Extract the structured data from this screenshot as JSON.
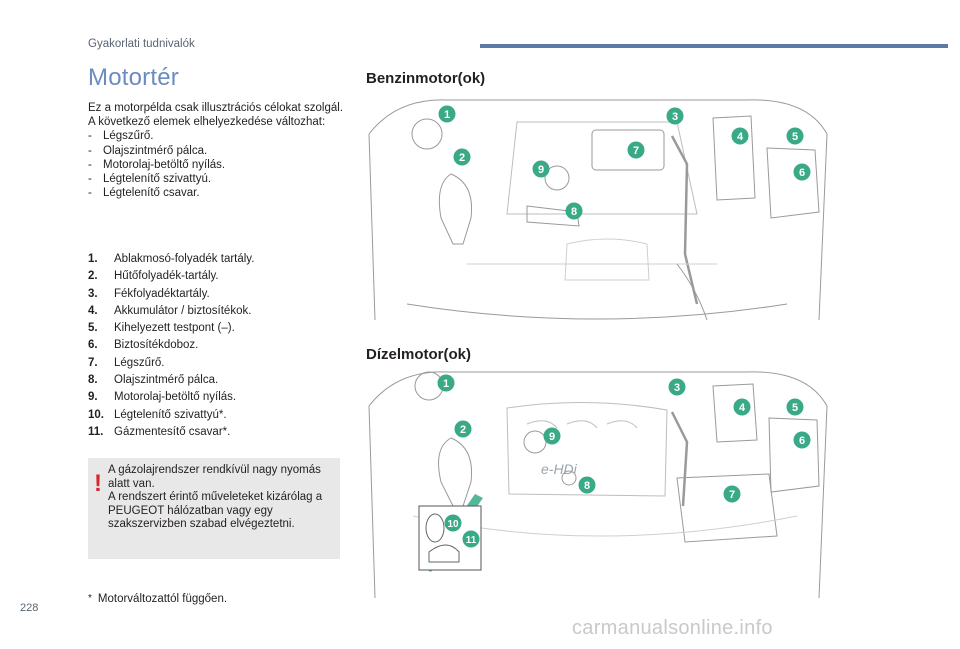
{
  "header": {
    "section": "Gyakorlati tudnivalók",
    "bar_color": "#5d7aa6"
  },
  "title": "Motortér",
  "intro": {
    "line1": "Ez a motorpélda csak illusztrációs célokat szolgál.",
    "line2": "A következő elemek elhelyezkedése változhat:",
    "items": [
      "Légszűrő.",
      "Olajszintmérő pálca.",
      "Motorolaj-betöltő nyílás.",
      "Légtelenítő szivattyú.",
      "Légtelenítő csavar."
    ]
  },
  "components": [
    {
      "num": "1.",
      "label": "Ablakmosó-folyadék tartály."
    },
    {
      "num": "2.",
      "label": "Hűtőfolyadék-tartály."
    },
    {
      "num": "3.",
      "label": "Fékfolyadéktartály."
    },
    {
      "num": "4.",
      "label": "Akkumulátor / biztosítékok."
    },
    {
      "num": "5.",
      "label": "Kihelyezett testpont (–)."
    },
    {
      "num": "6.",
      "label": "Biztosítékdoboz."
    },
    {
      "num": "7.",
      "label": "Légszűrő."
    },
    {
      "num": "8.",
      "label": "Olajszintmérő pálca."
    },
    {
      "num": "9.",
      "label": "Motorolaj-betöltő nyílás."
    },
    {
      "num": "10.",
      "label": "Légtelenítő szivattyú*."
    },
    {
      "num": "11.",
      "label": "Gázmentesítő csavar*."
    }
  ],
  "warning": {
    "line1": "A gázolajrendszer rendkívül nagy nyomás alatt van.",
    "line2": "A rendszert érintő műveleteket kizárólag a PEUGEOT hálózatban vagy egy szakszervizben szabad elvégeztetni.",
    "icon": "exclamation-icon",
    "icon_color": "#d7262e"
  },
  "footnote": {
    "star": "*",
    "text": "Motorváltozattól függően."
  },
  "page_number": "228",
  "petrol": {
    "heading": "Benzinmotor(ok)",
    "callouts": [
      "1",
      "2",
      "3",
      "4",
      "5",
      "6",
      "7",
      "8",
      "9"
    ]
  },
  "diesel": {
    "heading": "Dízelmotor(ok)",
    "logo": "e-HDi",
    "callouts": [
      "1",
      "2",
      "3",
      "4",
      "5",
      "6",
      "7",
      "8",
      "9",
      "10",
      "11"
    ]
  },
  "badge_color": "#3aa987",
  "watermark": "carmanualsonline.info"
}
